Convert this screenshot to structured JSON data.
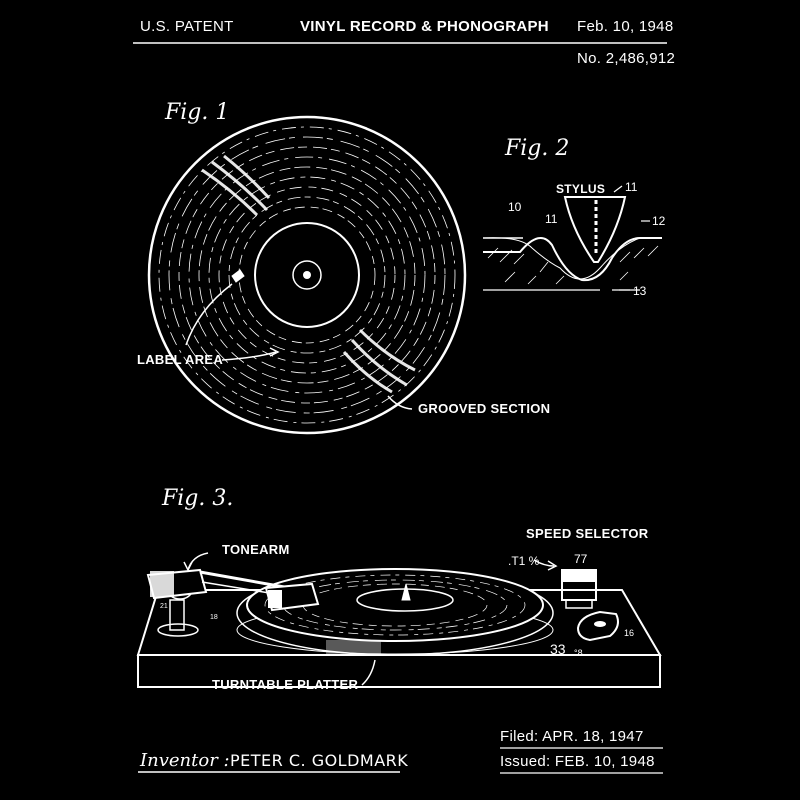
{
  "header": {
    "left": "U.S. PATENT",
    "title": "VINYL RECORD & PHONOGRAPH",
    "date": "Feb. 10, 1948",
    "patent_number": "No. 2,486,912"
  },
  "fig1": {
    "title": "Fig. 1",
    "label_area": "LABEL AREA",
    "grooved_section": "GROOVED SECTION"
  },
  "fig2": {
    "title": "Fig. 2",
    "stylus": "STYLUS",
    "ref_10": "10",
    "ref_11a": "11",
    "ref_11b": "11",
    "ref_12": "12",
    "ref_13": "13"
  },
  "fig3": {
    "title": "Fig. 3.",
    "tonearm": "TONEARM",
    "speed_selector": "SPEED SELECTOR",
    "speed_top_left": ".T1 %",
    "speed_top_right": "77",
    "speed_33": "33",
    "speed_33_sub": "°8",
    "ref_16": "16",
    "ref_21": "21",
    "ref_18": "18",
    "turntable_platter": "TURNTABLE PLATTER"
  },
  "footer": {
    "inventor_label": "Inventor :",
    "inventor_name": "PETER C. GOLDMARK",
    "filed": "Filed:  APR. 18, 1947",
    "issued": "Issued:  FEB. 10, 1948"
  },
  "colors": {
    "background": "#000000",
    "ink": "#ffffff"
  }
}
